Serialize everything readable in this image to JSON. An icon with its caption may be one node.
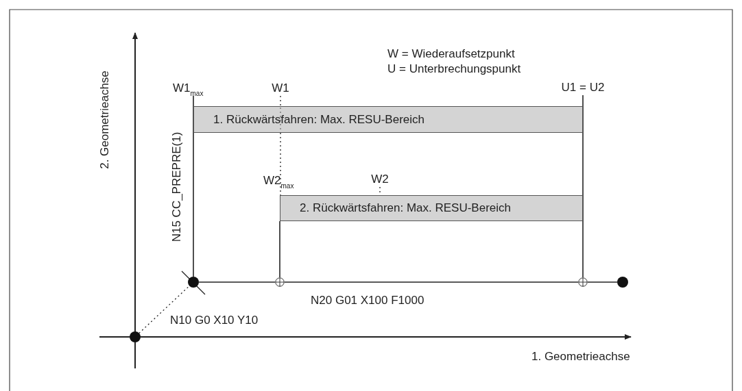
{
  "diagram": {
    "nodes": [
      {
        "text": [
          "1. Rückwärtsfahren: Max. RESU-Bereich"
        ]
      },
      {
        "text": [
          "2. Rückwärtsfahren: Max. RESU-Bereich"
        ]
      },
      {
        "text": [],
        "shape": "circle"
      },
      {
        "text": [],
        "shape": "circle"
      },
      {
        "text": [],
        "shape": "circle"
      },
      {
        "text": [],
        "shape": "circle"
      },
      {
        "text": [],
        "shape": "circle"
      },
      {
        "text": [
          "W1$_{max}$"
        ]
      },
      {
        "text": [
          "W1"
        ]
      },
      {
        "text": [
          "U1 = U2"
        ]
      },
      {
        "text": [
          "W2"
        ]
      }
    ],
    "edges": [
      {
        "from": 2,
        "to": 3,
        "arrow": "none",
        "style": "dashed"
      },
      {
        "from": 3,
        "to": 4,
        "arrow": "none"
      },
      {
        "from": 4,
        "to": 5,
        "arrow": "none"
      },
      {
        "from": 5,
        "to": 6,
        "arrow": "none"
      },
      {
        "from": 7,
        "to": 3,
        "arrow": "none"
      },
      {
        "from": 8,
        "to": 0,
        "arrow": "none",
        "style": "dashed"
      },
      {
        "from": 0,
        "to": 1,
        "arrow": "none",
        "style": "dashed"
      },
      {
        "from": 1,
        "to": 4,
        "arrow": "none"
      },
      {
        "from": 9,
        "to": 5,
        "arrow": "none"
      },
      {
        "from": 10,
        "to": 1,
        "arrow": "none",
        "style": "dashed"
      }
    ],
    "labels": [
      "W = Wiederaufsetzpunkt",
      "U = Unterbrechungspunkt",
      "2. Geometrieachse",
      "N15 CC_PREPRE(1)",
      "W2$_{max}$",
      "N20 G01 X100 F1000",
      "N10 G0 X10 Y10",
      "1. Geometrieachse"
    ]
  }
}
